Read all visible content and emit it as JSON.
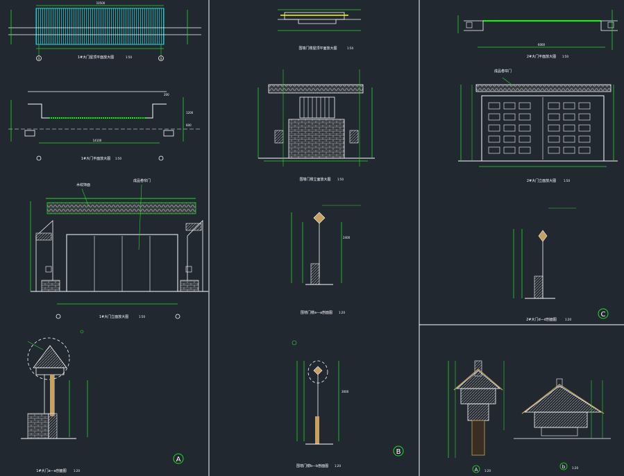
{
  "sheet": {
    "background": "#212830",
    "palette": {
      "line": "#ffffff",
      "dimension": "#22dd22",
      "highlight": "#00ff00",
      "cyan": "#22dddd",
      "hatch": "#888888",
      "ochre": "#c8a060",
      "brick": "#b8b8b8"
    }
  },
  "panelA": {
    "circle_label": "A",
    "title1": "1#大门屋顶平面放大图",
    "scale1": "1:50",
    "title2": "1#大门平面放大图",
    "scale2": "1:50",
    "title3": "1#大门立面放大图",
    "scale3": "1:50",
    "title4": "1#大门a—a剖面图",
    "scale4": "1:20",
    "tag_wood": "木纹饰面",
    "tag_door": "成品卷帘门",
    "dim_top": "10500",
    "dim_200": "200",
    "dim_1200": "1200",
    "dim_600": "600",
    "dim_total": "14100",
    "ax1": "①",
    "ax2": "②"
  },
  "panelB": {
    "circle_label": "B",
    "title1": "围墙门楼屋顶平面放大图",
    "scale1": "1:50",
    "title2": "围墙门楼立面放大图",
    "scale2": "1:50",
    "title3": "围墙门楼a—a剖面图",
    "scale3": "1:20",
    "title4": "围墙门楼b—b剖面图",
    "scale4": "1:20",
    "dim_1": "2400",
    "dim_2": "3000"
  },
  "panelC": {
    "circle_label": "C",
    "title1": "2#大门平面放大图",
    "scale1": "1:50",
    "title2": "2#大门立面放大图",
    "scale2": "1:50",
    "title3": "2#大门d—d剖面图",
    "scale3": "1:20",
    "tag_door": "成品卷帘门",
    "dim_1": "6000"
  },
  "panelD": {
    "marker1": "A",
    "marker2": "b",
    "scale": "1:20"
  }
}
